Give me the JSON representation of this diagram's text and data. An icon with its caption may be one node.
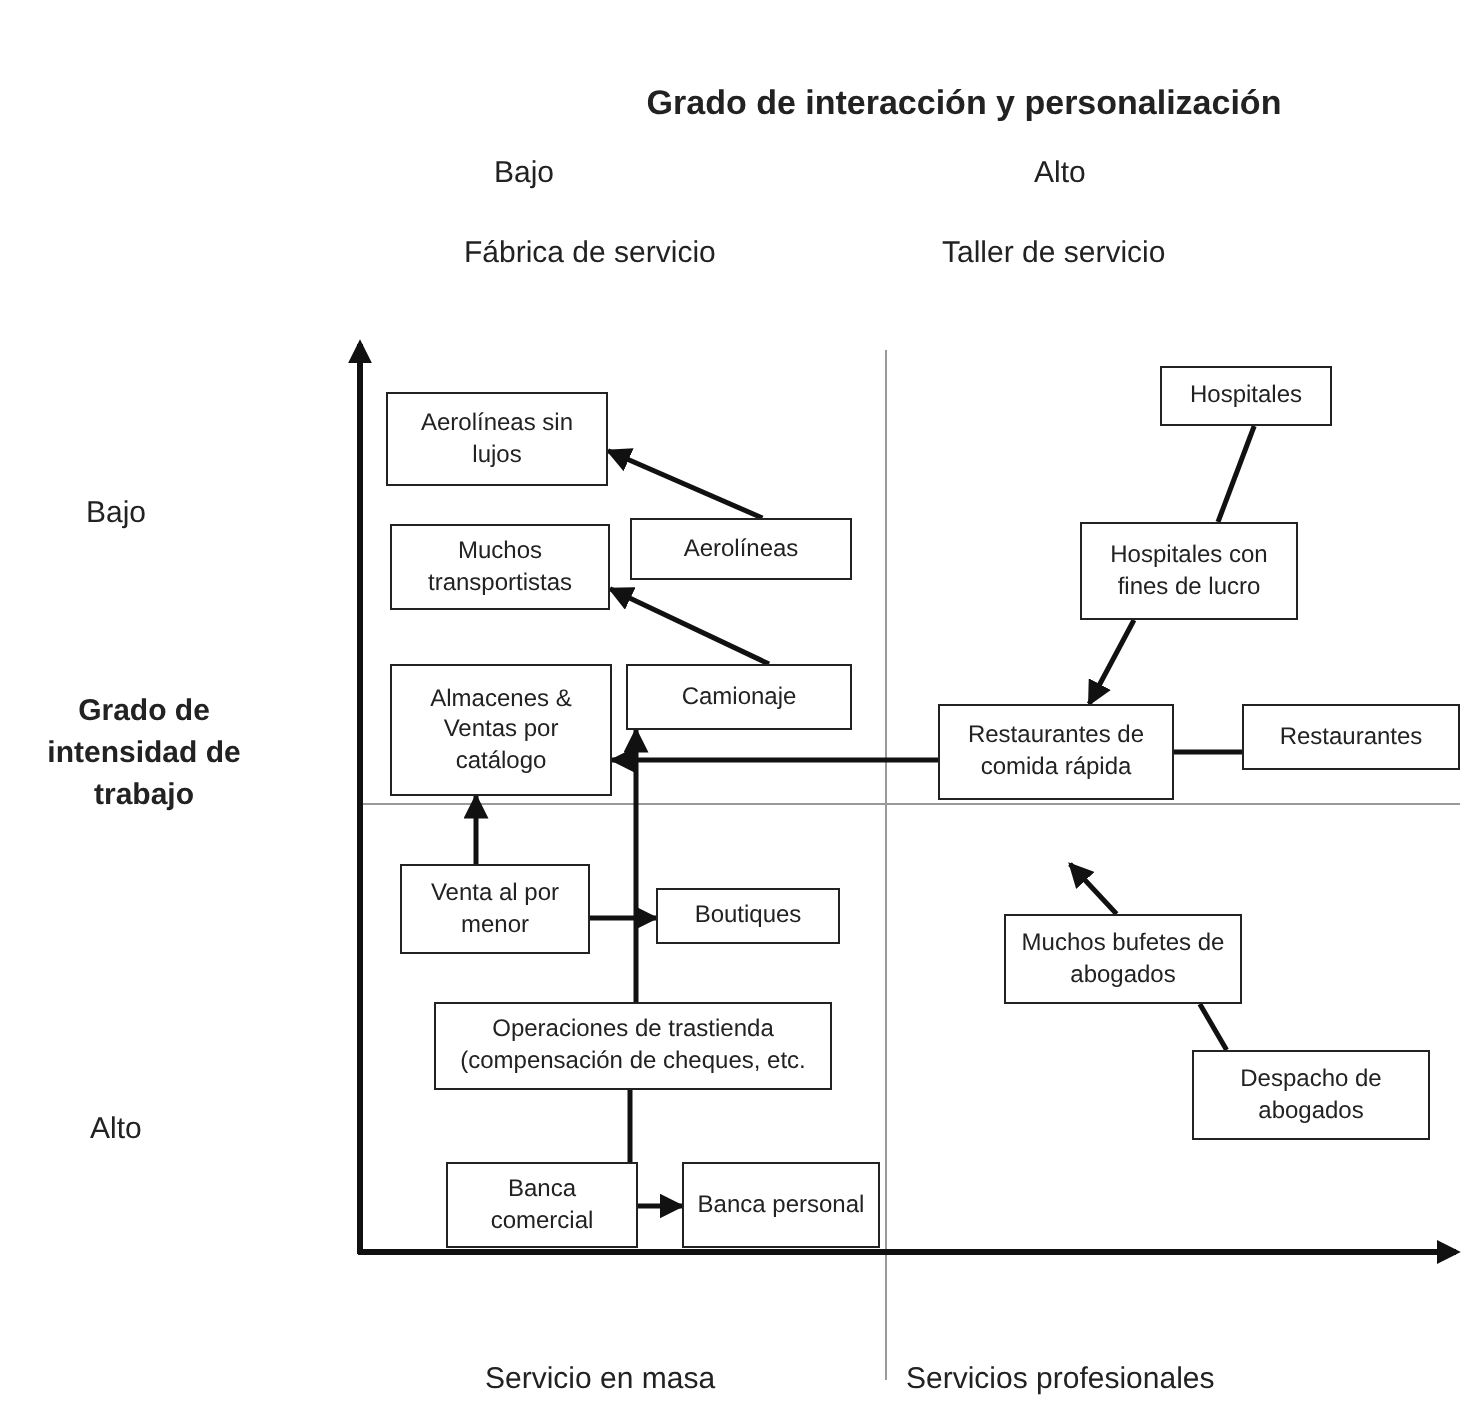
{
  "diagram": {
    "title": "Grado de interacción y personalización",
    "nodes": [
      {
        "text": [
          "Hospitales"
        ]
      },
      {
        "text": [
          "Aerolíneas sin lujos"
        ]
      },
      {
        "text": [
          "Muchos transportistas"
        ]
      },
      {
        "text": [
          "Aerolíneas"
        ]
      },
      {
        "text": [
          "Hospitales con fines de lucro"
        ]
      },
      {
        "text": [
          "Almacenes & Ventas por catálogo"
        ]
      },
      {
        "text": [
          "Camionaje"
        ]
      },
      {
        "text": [
          "Restaurantes de comida rápida"
        ]
      },
      {
        "text": [
          "Restaurantes"
        ]
      },
      {
        "text": [
          "Venta al por menor"
        ]
      },
      {
        "text": [
          "Boutiques"
        ]
      },
      {
        "text": [
          "Muchos bufetes de abogados"
        ]
      },
      {
        "text": [
          "Operaciones de trastienda (compensación de cheques, etc."
        ]
      },
      {
        "text": [
          "Despacho de abogados"
        ]
      },
      {
        "text": [
          "Banca comercial"
        ]
      },
      {
        "text": [
          "Banca personal"
        ]
      }
    ],
    "edges": [
      {
        "from": 3,
        "to": 1,
        "arrow": "to"
      },
      {
        "from": 6,
        "to": 2,
        "arrow": "to"
      },
      {
        "from": 0,
        "to": 4,
        "arrow": "none"
      },
      {
        "from": 4,
        "to": 7,
        "arrow": "to"
      },
      {
        "from": 7,
        "to": 5,
        "arrow": "to"
      },
      {
        "from": 8,
        "to": 7,
        "arrow": "none"
      },
      {
        "from": 9,
        "to": 5,
        "arrow": "to"
      },
      {
        "from": 9,
        "to": 10,
        "arrow": "to"
      },
      {
        "from": 12,
        "to": 6,
        "arrow": "to"
      },
      {
        "from": 12,
        "to": 14,
        "arrow": "none"
      },
      {
        "from": 14,
        "to": 15,
        "arrow": "to"
      },
      {
        "from": 13,
        "to": 11,
        "arrow": "none"
      },
      {
        "from": 11,
        "to": null,
        "arrow": "to"
      }
    ],
    "labels": [
      "Bajo",
      "Alto",
      "Fábrica de servicio",
      "Taller de servicio",
      "Bajo",
      "Grado de intensidad de trabajo",
      "Alto",
      "Servicio en masa",
      "Servicios profesionales"
    ]
  }
}
